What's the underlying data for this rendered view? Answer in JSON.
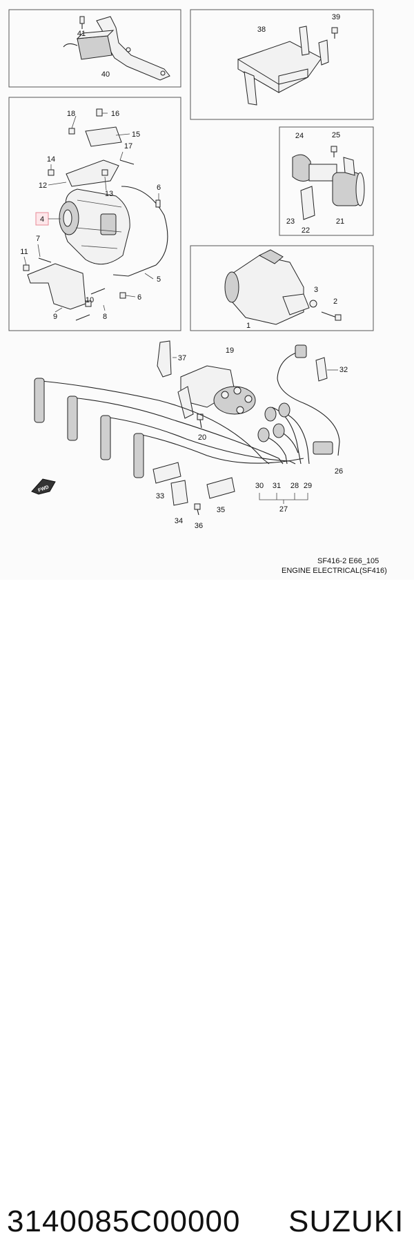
{
  "diagram": {
    "code": "SF416-2 E66_105",
    "title": "ENGINE ELECTRICAL(SF416)",
    "labels": {
      "p1": "1",
      "p2": "2",
      "p3": "3",
      "p4": "4",
      "p5": "5",
      "p6a": "6",
      "p6b": "6",
      "p7": "7",
      "p8": "8",
      "p9": "9",
      "p10": "10",
      "p11": "11",
      "p12": "12",
      "p13": "13",
      "p14": "14",
      "p15": "15",
      "p16": "16",
      "p17": "17",
      "p19": "19",
      "p20": "20",
      "p21": "21",
      "p22": "22",
      "p23": "23",
      "p24": "24",
      "p25": "25",
      "p26": "26",
      "p27": "27",
      "p28": "28",
      "p29": "29",
      "p30": "30",
      "p31": "31",
      "p32": "32",
      "p33": "33",
      "p34": "34",
      "p35": "35",
      "p36": "36",
      "p37": "37",
      "p38": "38",
      "p39": "39",
      "p40": "40",
      "p41": "41"
    },
    "p18": "18",
    "fwd_mark": "FWD",
    "highlight_color": "#e88a95"
  },
  "footer": {
    "part_number": "3140085C00000",
    "brand": "SUZUKI"
  }
}
